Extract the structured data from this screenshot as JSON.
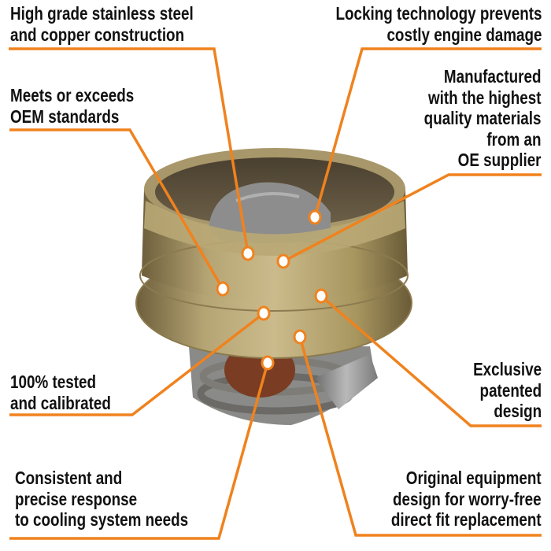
{
  "accent_color": "#f0821e",
  "callouts": [
    {
      "id": "stainless",
      "lines": [
        "High grade stainless steel",
        "and copper construction"
      ]
    },
    {
      "id": "locking",
      "lines": [
        "Locking technology prevents",
        "costly engine damage"
      ]
    },
    {
      "id": "oem",
      "lines": [
        "Meets or exceeds",
        "OEM standards"
      ]
    },
    {
      "id": "manufactured",
      "lines": [
        "Manufactured",
        "with the highest",
        "quality materials",
        "from an",
        "OE supplier"
      ]
    },
    {
      "id": "tested",
      "lines": [
        "100% tested",
        "and calibrated"
      ]
    },
    {
      "id": "exclusive",
      "lines": [
        "Exclusive",
        "patented",
        "design"
      ]
    },
    {
      "id": "consistent",
      "lines": [
        "Consistent and",
        "precise response",
        "to cooling system needs"
      ]
    },
    {
      "id": "original",
      "lines": [
        "Original equipment",
        "design for worry-free",
        "direct fit replacement"
      ]
    }
  ]
}
